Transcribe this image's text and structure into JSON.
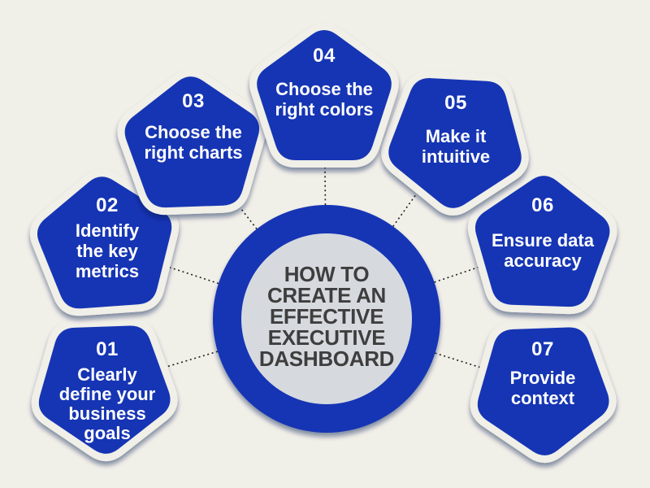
{
  "title": {
    "lines": [
      "HOW TO",
      "CREATE AN",
      "EFFECTIVE",
      "EXECUTIVE",
      "DASHBOARD"
    ]
  },
  "steps": [
    {
      "number": "01",
      "label_lines": [
        "Clearly",
        "define your",
        "business",
        "goals"
      ]
    },
    {
      "number": "02",
      "label_lines": [
        "Identify",
        "the key",
        "metrics"
      ]
    },
    {
      "number": "03",
      "label_lines": [
        "Choose the",
        "right charts"
      ]
    },
    {
      "number": "04",
      "label_lines": [
        "Choose the",
        "right colors"
      ]
    },
    {
      "number": "05",
      "label_lines": [
        "Make it",
        "intuitive"
      ]
    },
    {
      "number": "06",
      "label_lines": [
        "Ensure data",
        "accuracy"
      ]
    },
    {
      "number": "07",
      "label_lines": [
        "Provide",
        "context"
      ]
    }
  ],
  "colors": {
    "background": "#f0efe8",
    "shape_blue": "#1534b4",
    "hub_inner_gray": "#d6dade",
    "title_text": "#3e3e3e",
    "node_text": "#ffffff",
    "connector": "#1f1f1f"
  }
}
